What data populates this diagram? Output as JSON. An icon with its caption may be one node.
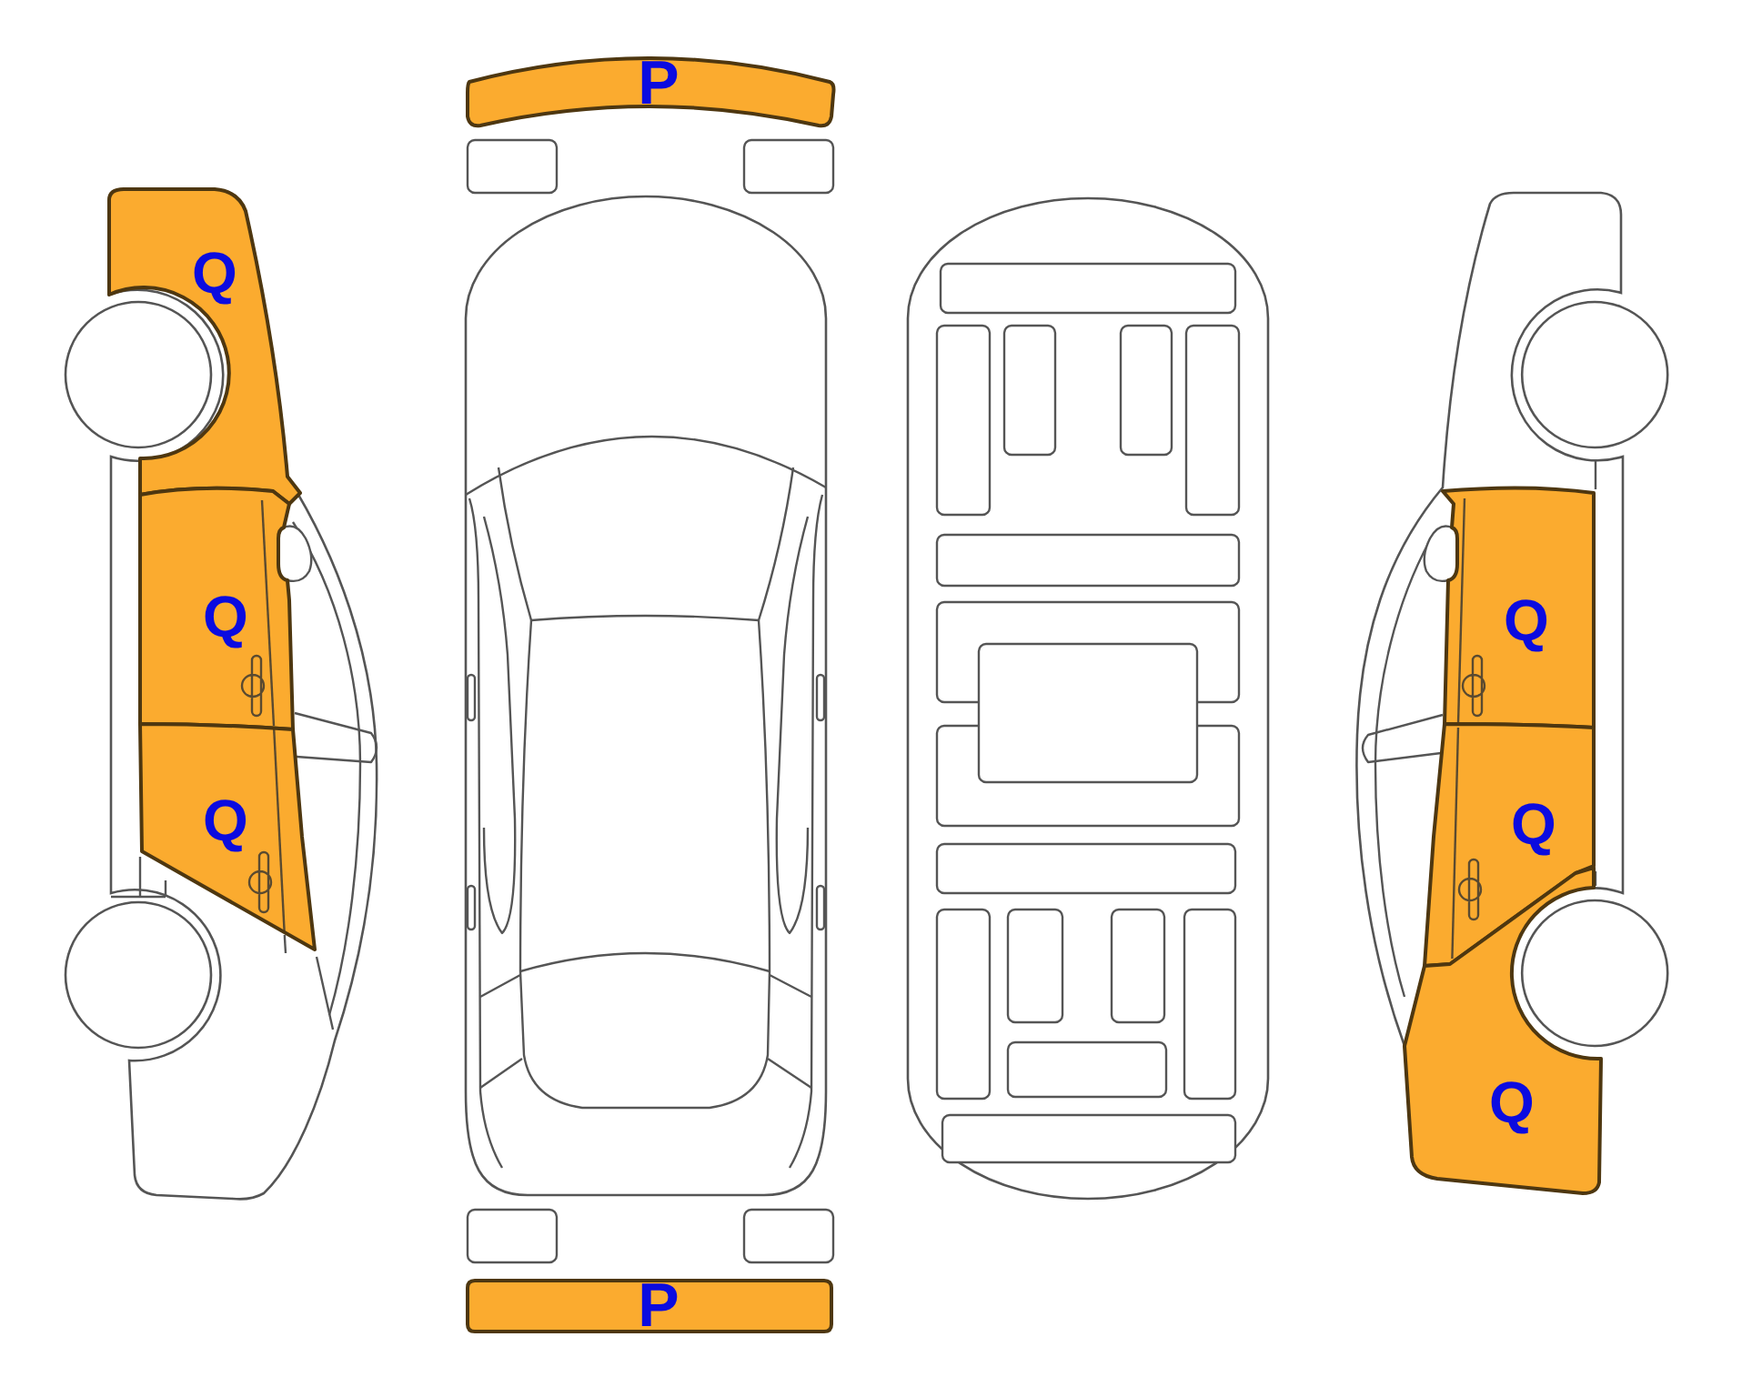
{
  "diagram": {
    "nodes": [
      {
        "text": [
          "P"
        ]
      },
      {
        "text": [
          "Q"
        ]
      },
      {
        "text": [
          "Q"
        ]
      },
      {
        "text": [
          "Q"
        ]
      },
      {
        "text": [
          "Q"
        ]
      },
      {
        "text": [
          "Q"
        ]
      },
      {
        "text": [
          "Q"
        ]
      },
      {
        "text": [
          "P"
        ]
      }
    ]
  }
}
